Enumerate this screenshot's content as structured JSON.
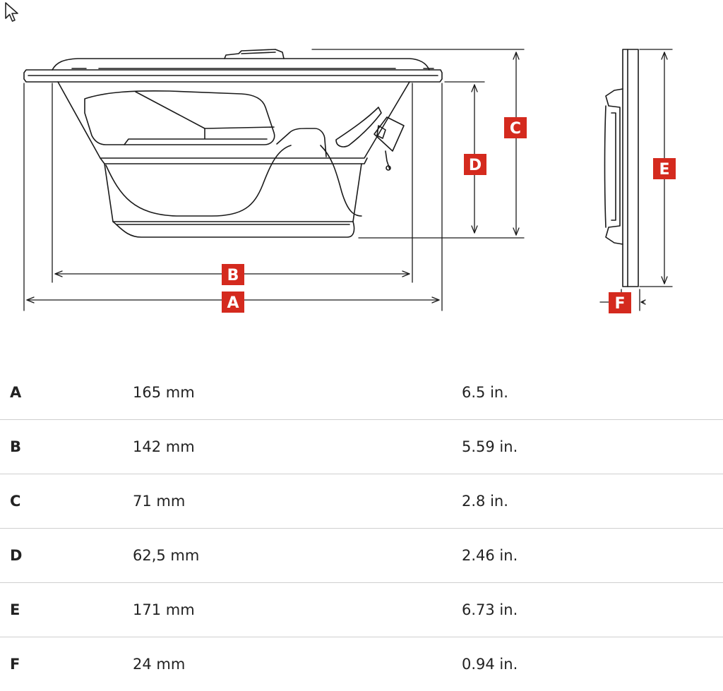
{
  "diagram": {
    "labels": {
      "a": "A",
      "b": "B",
      "c": "C",
      "d": "D",
      "e": "E",
      "f": "F"
    },
    "accent_color": "#d42a1e",
    "line_color": "#1a1a1a"
  },
  "specs": [
    {
      "key": "A",
      "mm": "165 mm",
      "inch": "6.5 in."
    },
    {
      "key": "B",
      "mm": "142 mm",
      "inch": "5.59 in."
    },
    {
      "key": "C",
      "mm": "71 mm",
      "inch": "2.8 in."
    },
    {
      "key": "D",
      "mm": "62,5 mm",
      "inch": "2.46 in."
    },
    {
      "key": "E",
      "mm": "171 mm",
      "inch": "6.73 in."
    },
    {
      "key": "F",
      "mm": "24 mm",
      "inch": "0.94 in."
    }
  ]
}
